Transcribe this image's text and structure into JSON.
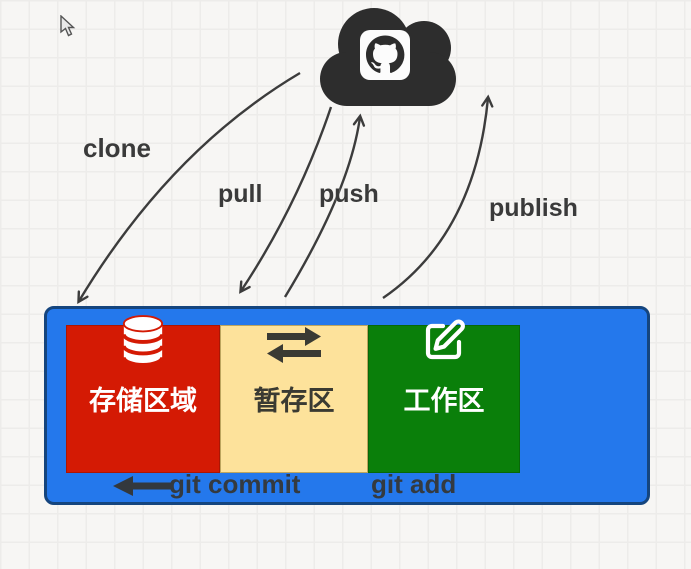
{
  "diagram": {
    "title_implied": "git workflow",
    "cloud": {
      "icon": "github-cloud-icon",
      "color": "#2d2d2d"
    },
    "arrows": [
      {
        "id": "clone",
        "label": "clone",
        "direction": "remote-to-storage"
      },
      {
        "id": "pull",
        "label": "pull",
        "direction": "remote-to-local"
      },
      {
        "id": "push",
        "label": "push",
        "direction": "local-to-remote"
      },
      {
        "id": "publish",
        "label": "publish",
        "direction": "local-to-remote"
      }
    ],
    "repository_box": {
      "background": "#2478ec",
      "border_color": "#15457e",
      "panels": [
        {
          "id": "storage",
          "label": "存储区域",
          "icon": "database-icon",
          "color": "#d41a04",
          "text_color": "#ffffff"
        },
        {
          "id": "staging",
          "label": "暂存区",
          "icon": "transfer-arrows-icon",
          "color": "#fde29b",
          "text_color": "#3a3a32"
        },
        {
          "id": "working",
          "label": "工作区",
          "icon": "edit-icon",
          "color": "#0a7f0a",
          "text_color": "#ffffff"
        }
      ],
      "commands": [
        {
          "id": "commit",
          "label": "git commit",
          "icon": "left-arrow-icon"
        },
        {
          "id": "add",
          "label": "git add"
        }
      ]
    },
    "cursor": {
      "icon": "mouse-pointer-icon"
    },
    "arrow_color": "#3c3c3c",
    "background_grid_color": "#edecea"
  }
}
